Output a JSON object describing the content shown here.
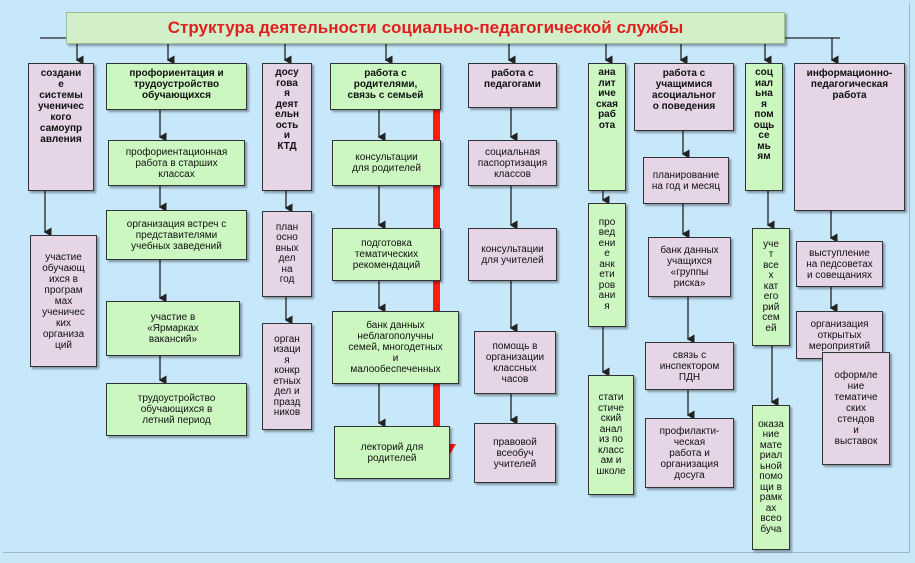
{
  "title": "Структура деятельности социально-педагогической службы",
  "colors": {
    "title_text": "#e0201e",
    "green_box": "#ccf7c1",
    "pink_box": "#e5d5e7",
    "background": "#c7e7fb",
    "arrow": "#ff1a10"
  },
  "columns": [
    {
      "header": "создани\nе\nсистемы\nученичес\nкого\nсамоупр\nавления",
      "items": [
        "участие\nобучающ\nихся в\nпрограм\nмах\nученичес\nких\nорганиза\nций"
      ]
    },
    {
      "header": "профориентация и\nтрудоустройство\nобучающихся",
      "items": [
        "профориентационная\nработа в старших\nклассах",
        "организация встреч с\nпредставителями\nучебных заведений",
        "участие в\n«Ярмарках\nвакансий»",
        "трудоустройство\nобучающихся в\nлетний период"
      ]
    },
    {
      "header": "досу\nгова\nя\nдеят\nельн\nость\nи\nКТД",
      "items": [
        "план\nосно\nвных\nдел\nна\nгод",
        "орган\nизаци\nя\nконкр\nетных\nдел и\nпразд\nников"
      ]
    },
    {
      "header": "работа с\nродителями,\nсвязь с семьей",
      "items": [
        "консультации\nдля родителей",
        "подготовка\nтематических\nрекомендаций",
        "банк данных\nнеблагополучны\nсемей, многодетных\nи\nмалообеспеченных",
        "лекторий для\nродителей"
      ]
    },
    {
      "header": "работа с\nпедагогами",
      "items": [
        "социальная\nпаспортизация\nклассов",
        "консультации\nдля учителей",
        "помощь в\nорганизации\nклассных\nчасов",
        "правовой\nвсеобуч\nучителей"
      ]
    },
    {
      "header": "ана\nлит\nиче\nская\nраб\nота",
      "items": [
        "про\nвед\nени\nе\nанк\nети\nров\nани\nя",
        "стати\nстиче\nский\nанал\nиз по\nкласс\nам и\nшколе"
      ]
    },
    {
      "header": "работа с\nучащимися\nасоциальног\nо поведения",
      "items": [
        "планирование\nна год и месяц",
        "банк данных\nучащихся\n«группы\nриска»",
        "связь с\nинспектором\nПДН",
        "профилакти-\nческая\nработа и\nорганизация\nдосуга"
      ]
    },
    {
      "header": "соц\nиал\nьна\nя\nпом\nощь\nсе\nмь\nям",
      "items": [
        "уче\nт\nвсе\nх\nкат\nего\nрий\nсем\nей",
        "оказа\nние\nмате\nриал\nьной\nпомо\nщи в\nрамк\nах\nвсео\nбуча"
      ]
    },
    {
      "header": "информационно-\nпедагогическая\nработа",
      "items": [
        "выступление\nна педсоветах\nи совещаниях",
        "организация\nоткрытых\nмероприятий",
        "оформле\nние\nтематиче\nских\nстендов\nи\nвыставок"
      ]
    }
  ]
}
